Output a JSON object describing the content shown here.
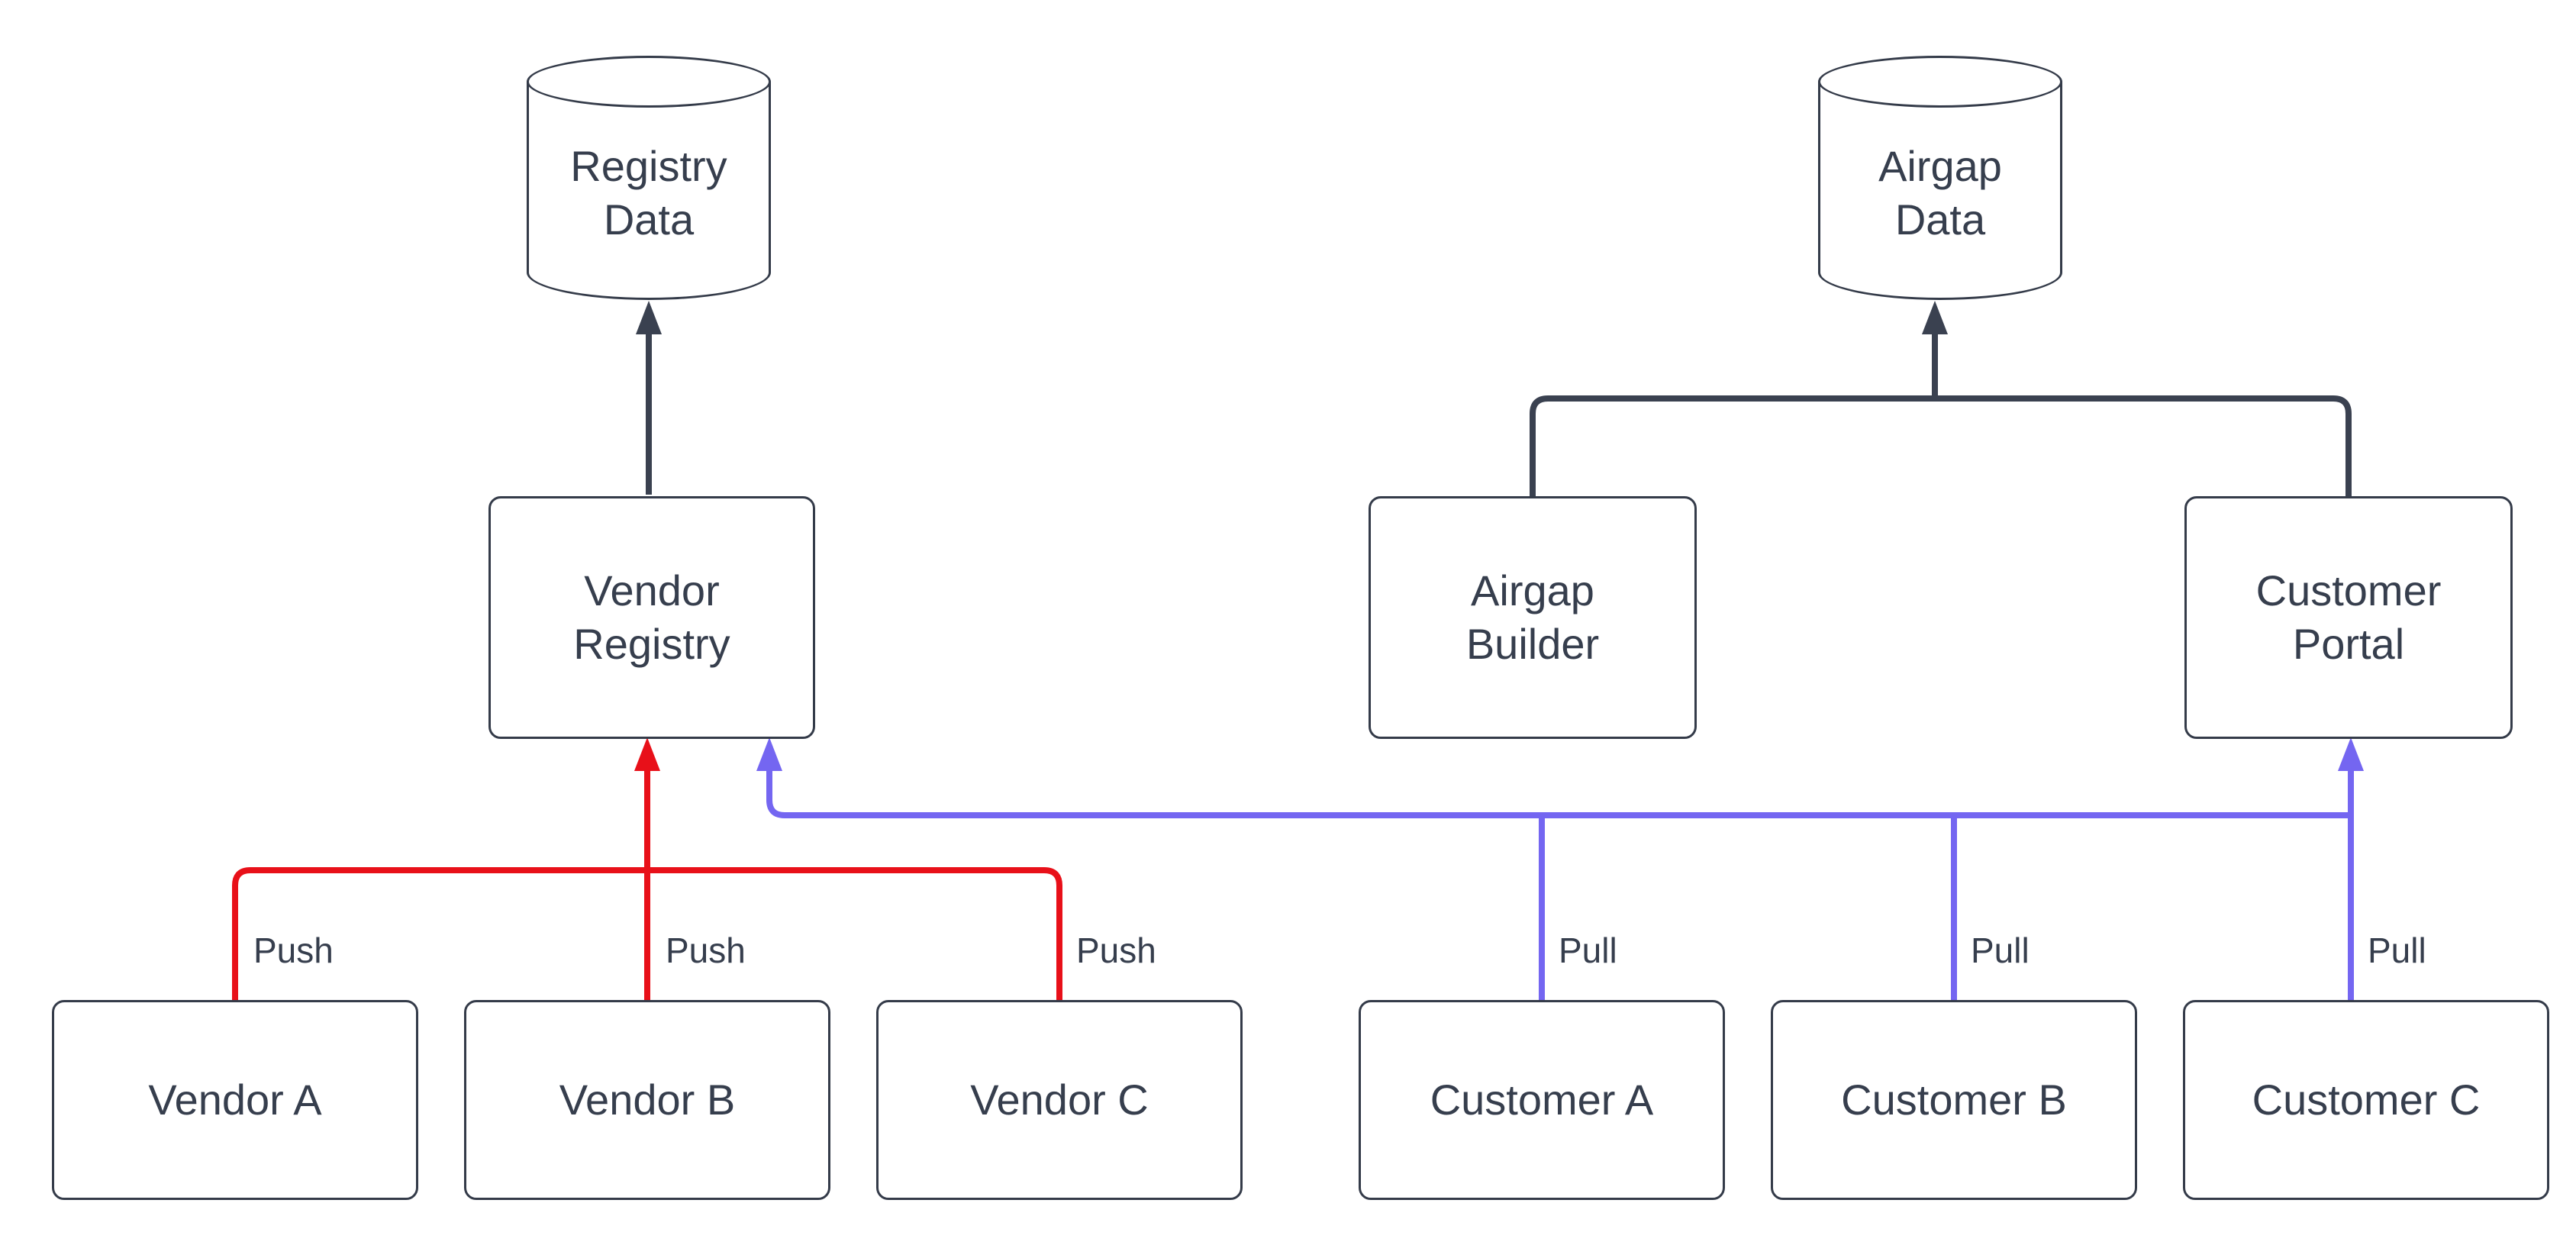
{
  "diagram": {
    "type": "flowchart",
    "background": "#ffffff",
    "nodes": {
      "registry_data": {
        "label": "Registry\nData",
        "shape": "cylinder"
      },
      "airgap_data": {
        "label": "Airgap\nData",
        "shape": "cylinder"
      },
      "vendor_registry": {
        "label": "Vendor\nRegistry",
        "shape": "rounded-rect"
      },
      "airgap_builder": {
        "label": "Airgap\nBuilder",
        "shape": "rounded-rect"
      },
      "customer_portal": {
        "label": "Customer\nPortal",
        "shape": "rounded-rect"
      },
      "vendor_a": {
        "label": "Vendor A",
        "shape": "rounded-rect"
      },
      "vendor_b": {
        "label": "Vendor B",
        "shape": "rounded-rect"
      },
      "vendor_c": {
        "label": "Vendor C",
        "shape": "rounded-rect"
      },
      "customer_a": {
        "label": "Customer A",
        "shape": "rounded-rect"
      },
      "customer_b": {
        "label": "Customer B",
        "shape": "rounded-rect"
      },
      "customer_c": {
        "label": "Customer C",
        "shape": "rounded-rect"
      }
    },
    "edges": {
      "dark": [
        {
          "from": "Vendor Registry",
          "to": "Registry Data"
        },
        {
          "from": "Airgap Builder",
          "to": "Airgap Data"
        },
        {
          "from": "Customer Portal",
          "to": "Airgap Data"
        }
      ],
      "push": [
        {
          "from": "Vendor A",
          "to": "Vendor Registry",
          "label": "Push"
        },
        {
          "from": "Vendor B",
          "to": "Vendor Registry",
          "label": "Push"
        },
        {
          "from": "Vendor C",
          "to": "Vendor Registry",
          "label": "Push"
        }
      ],
      "pull": [
        {
          "from": "Customer A",
          "to": "Vendor Registry / Customer Portal",
          "label": "Pull"
        },
        {
          "from": "Customer B",
          "to": "Vendor Registry / Customer Portal",
          "label": "Pull"
        },
        {
          "from": "Customer C",
          "to": "Vendor Registry / Customer Portal",
          "label": "Pull"
        }
      ]
    }
  },
  "colors": {
    "edge_dark": "#3a4150",
    "edge_red": "#e81019",
    "edge_blue": "#7466f1",
    "node_border": "#343b49",
    "node_text": "#363e4d",
    "label_text": "#363e4d",
    "canvas_bg": "#ffffff"
  }
}
